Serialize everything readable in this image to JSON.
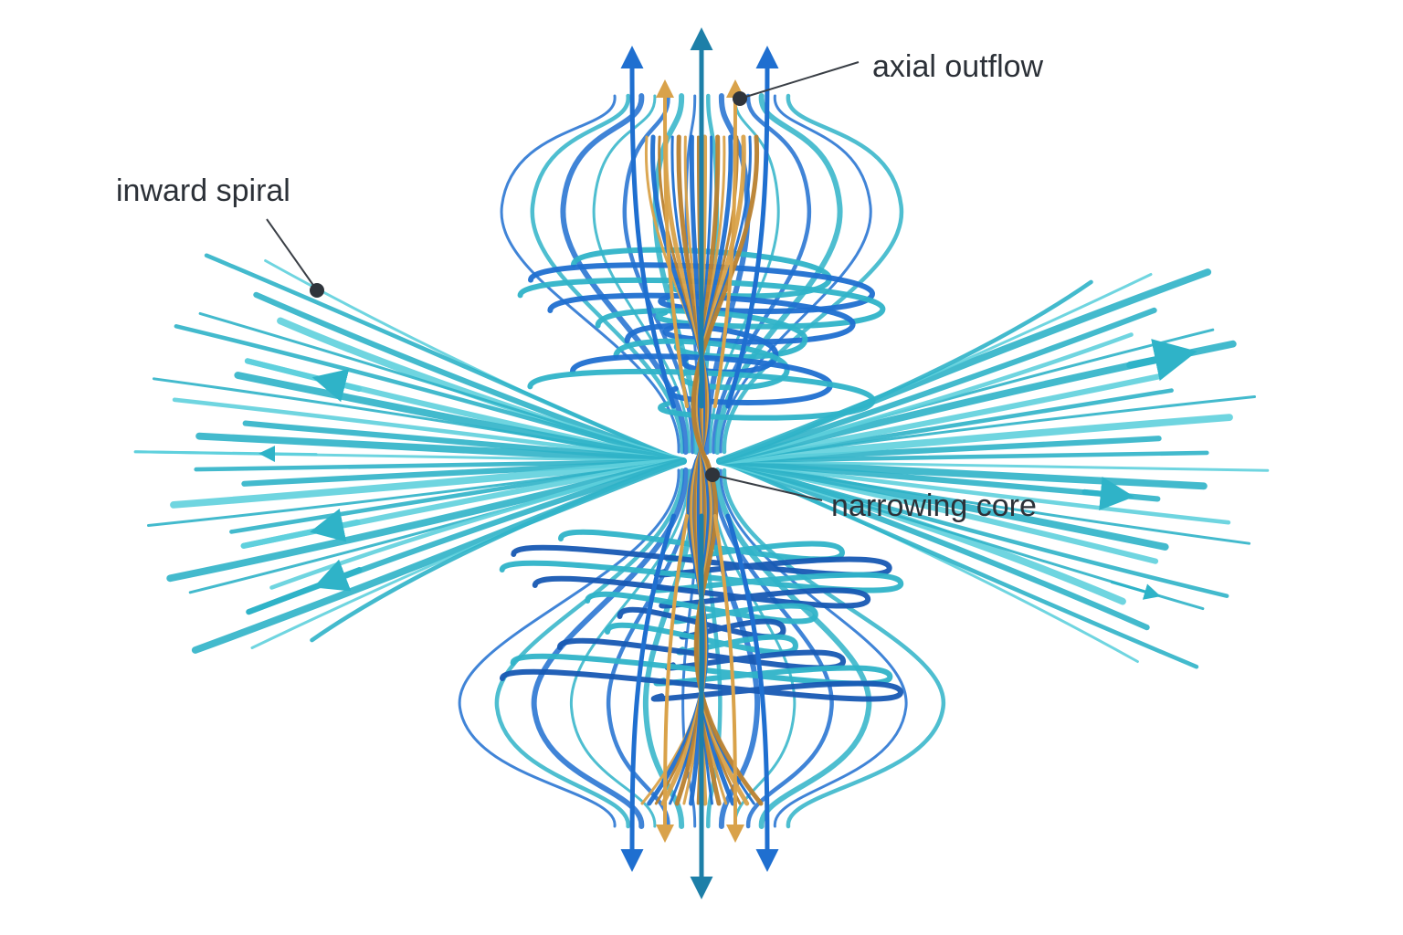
{
  "callouts": {
    "inward_spiral": "inward spiral",
    "axial_outflow": "axial outflow",
    "narrowing_core": "narrowing core"
  },
  "colors": {
    "teal": "#2fb3c8",
    "teal_light": "#5fd0dd",
    "blue": "#1f6fd0",
    "blue_dark": "#1759b3",
    "gold": "#d9a24a",
    "gold_dark": "#b9812f",
    "axis": "#1d7fa8",
    "text": "#2c3138",
    "leader": "#3a3f46"
  },
  "icons": {
    "flow_arrowhead": "arrowhead-icon",
    "callout_marker": "dot-icon"
  }
}
